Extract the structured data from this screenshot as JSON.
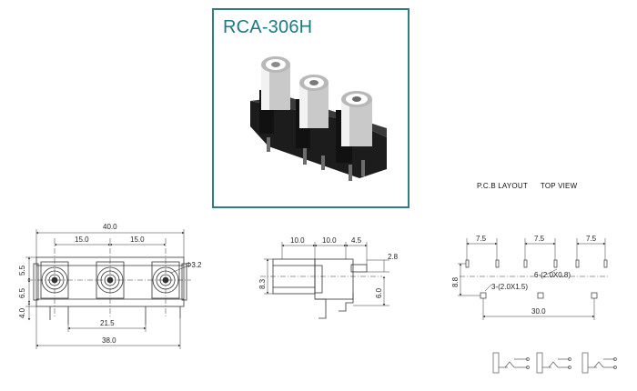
{
  "product": {
    "model": "RCA-306H",
    "frame_color": "#2e7d86",
    "title_color": "#1a7a86"
  },
  "pcb": {
    "layout_label": "P.C.B LAYOUT",
    "view_label": "TOP VIEW",
    "dims": {
      "pitch_left": "7.5",
      "pitch_mid": "7.5",
      "pitch_right": "7.5",
      "height": "8.8",
      "overall": "30.0",
      "hole_large": "6-(2.0X0.8)",
      "hole_small": "3-(2.0X1.5)"
    }
  },
  "front": {
    "dims": {
      "overall_top": "40.0",
      "pitch_1": "15.0",
      "pitch_2": "15.0",
      "diameter": "Φ3.2",
      "v1": "5.5",
      "v2": "6.5",
      "v3": "4.0",
      "pin_span": "21.5",
      "overall_bottom": "38.0"
    }
  },
  "side": {
    "dims": {
      "d1": "10.0",
      "d2": "10.0",
      "d3": "4.5",
      "pin_height": "2.8",
      "body_height": "8.3",
      "pin_offset": "6.0"
    }
  }
}
